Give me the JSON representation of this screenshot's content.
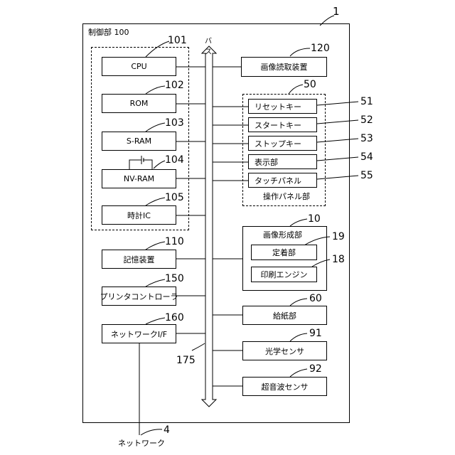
{
  "control_unit": {
    "label": "制御部 100",
    "ref": "1"
  },
  "bus": {
    "label": "バス",
    "ref": "175"
  },
  "left_blocks": [
    {
      "id": "cpu",
      "label": "CPU",
      "ref": "101"
    },
    {
      "id": "rom",
      "label": "ROM",
      "ref": "102"
    },
    {
      "id": "sram",
      "label": "S-RAM",
      "ref": "103"
    },
    {
      "id": "nvram",
      "label": "NV-RAM",
      "ref": "104"
    },
    {
      "id": "clock",
      "label": "時計IC",
      "ref": "105"
    },
    {
      "id": "storage",
      "label": "記憶装置",
      "ref": "110"
    },
    {
      "id": "printer_ctrl",
      "label": "プリンタコントローラ",
      "ref": "150"
    },
    {
      "id": "network_if",
      "label": "ネットワークI/F",
      "ref": "160"
    }
  ],
  "image_reader": {
    "label": "画像読取装置",
    "ref": "120"
  },
  "operation_panel": {
    "label": "操作パネル部",
    "ref": "50",
    "items": [
      {
        "label": "リセットキー",
        "ref": "51"
      },
      {
        "label": "スタートキー",
        "ref": "52"
      },
      {
        "label": "ストップキー",
        "ref": "53"
      },
      {
        "label": "表示部",
        "ref": "54"
      },
      {
        "label": "タッチパネル",
        "ref": "55"
      }
    ]
  },
  "image_forming": {
    "label": "画像形成部",
    "ref": "10",
    "items": [
      {
        "label": "定着部",
        "ref": "19"
      },
      {
        "label": "印刷エンジン",
        "ref": "18"
      }
    ]
  },
  "right_blocks": [
    {
      "id": "paper_feed",
      "label": "給紙部",
      "ref": "60"
    },
    {
      "id": "optical_sensor",
      "label": "光学センサ",
      "ref": "91"
    },
    {
      "id": "ultrasonic_sensor",
      "label": "超音波センサ",
      "ref": "92"
    }
  ],
  "network": {
    "label": "ネットワーク",
    "ref": "4"
  },
  "colors": {
    "line": "#000000",
    "background": "#ffffff"
  }
}
